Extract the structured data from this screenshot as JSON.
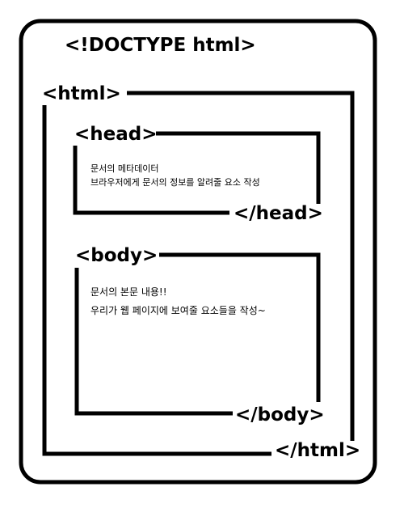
{
  "doctype": "<!DOCTYPE html>",
  "html": {
    "open_tag": "<html>",
    "close_tag": "</html>"
  },
  "head": {
    "open_tag": "<head>",
    "close_tag": "</head>",
    "description": [
      "문서의 메타데이터",
      "브라우저에게 문서의 정보를 알려줄 요소 작성"
    ]
  },
  "body": {
    "open_tag": "<body>",
    "close_tag": "</body>",
    "description": [
      "문서의 본문 내용!!",
      "우리가 웹 페이지에 보여줄 요소들을 작성~"
    ]
  }
}
